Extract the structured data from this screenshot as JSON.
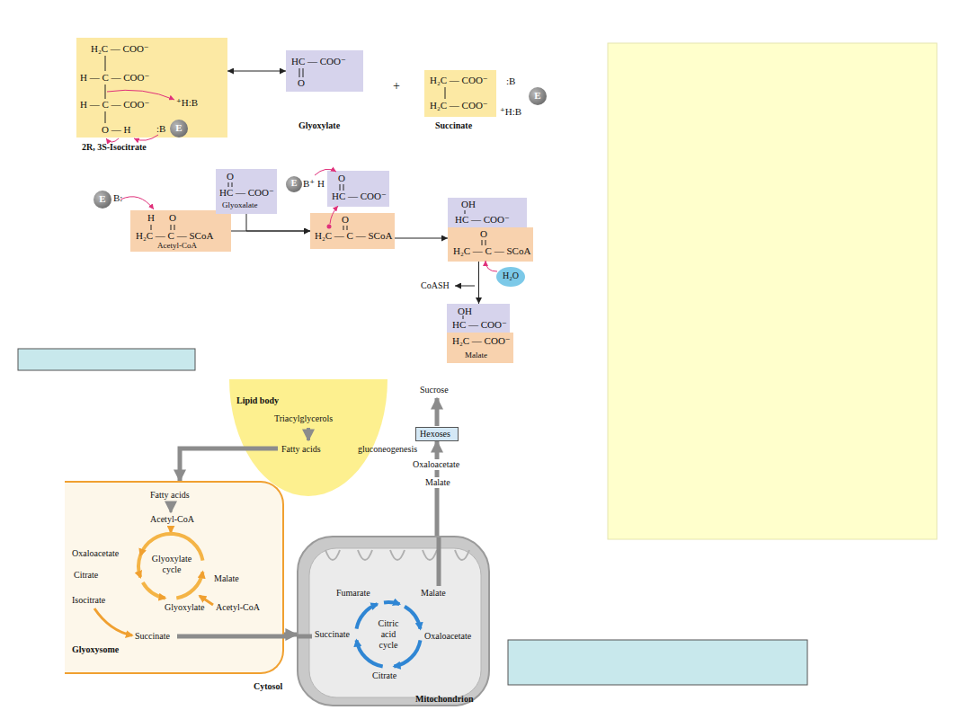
{
  "diagram": {
    "nodes": [
      {
        "text": [
          "H₂C — COO⁻",
          "H — C — COO⁻",
          "H — C — COO⁻",
          "O — H",
          "2R, 3S-Isocitrate"
        ]
      },
      {
        "text": [
          "E"
        ],
        "in": 0
      },
      {
        "text": [
          "HC — COO⁻",
          "O",
          "Glyoxylate"
        ]
      },
      {
        "text": [
          "H₂C — COO⁻",
          "H₂C — COO⁻",
          "Succinate"
        ]
      },
      {
        "text": [
          "E"
        ]
      },
      {
        "text": [
          "E"
        ]
      },
      {
        "text": [
          "H",
          "O",
          "H₂C — C — SCoA",
          "Acetyl-CoA"
        ]
      },
      {
        "text": [
          "O",
          "HC — COO⁻",
          "Glyoxalate"
        ]
      },
      {
        "text": [
          "E"
        ]
      },
      {
        "text": [
          "O",
          "HC — COO⁻"
        ]
      },
      {
        "text": [
          "O",
          "H₂C — C — SCoA"
        ]
      },
      {
        "text": [
          "OH",
          "HC — COO⁻"
        ]
      },
      {
        "text": [
          "O",
          "H₂C — C — SCoA"
        ]
      },
      {
        "text": [
          "H₂O"
        ]
      },
      {
        "text": [
          "OH",
          "HC — COO⁻"
        ]
      },
      {
        "text": [
          "H₂C — COO⁻",
          "Malate"
        ]
      },
      {
        "text": [
          "Lipid body",
          "Triacylglycerols",
          "Fatty acids"
        ]
      },
      {
        "text": [
          "Fatty acids",
          "Acetyl-CoA",
          "Oxaloacetate",
          "Citrate",
          "Glyoxylate cycle",
          "Malate",
          "Isocitrate",
          "Glyoxylate",
          "Acetyl-CoA",
          "Succinate",
          "Glyoxysome"
        ]
      },
      {
        "text": [
          "Fumarate",
          "Malate",
          "Citric acid cycle",
          "Succinate",
          "Oxaloacetate",
          "Citrate",
          "Mitochondrion"
        ]
      },
      {
        "text": [
          "Hexoses"
        ]
      }
    ],
    "edges": [
      {
        "from": 0,
        "to": 2,
        "arrow": "both"
      },
      {
        "from": 6,
        "to": 10,
        "arrow": "to"
      },
      {
        "from": 7,
        "to": 10,
        "arrow": "to"
      },
      {
        "from": 10,
        "to": 12,
        "arrow": "to"
      },
      {
        "from": 12,
        "to": 14,
        "arrow": "to"
      },
      {
        "from": 16,
        "to": 17,
        "arrow": "to"
      },
      {
        "from": 17,
        "to": 18,
        "arrow": "to"
      },
      {
        "from": 18,
        "to": 19,
        "arrow": "to"
      }
    ],
    "labels": [
      "⁺H:B",
      ":B",
      "+",
      ":B",
      "⁺H:B",
      "B:",
      "B⁺ H",
      "CoASH",
      "Sucrose",
      "gluconeogenesis",
      "Oxaloacetate",
      "Malate",
      "Cytosol"
    ]
  }
}
